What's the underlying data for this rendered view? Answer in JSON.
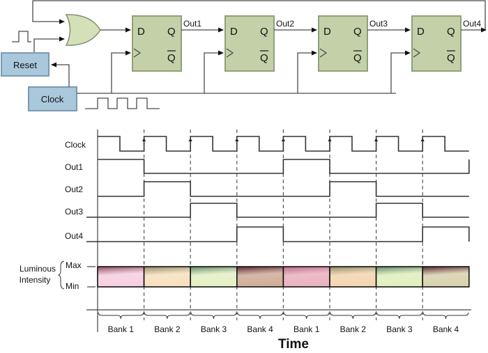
{
  "circuit": {
    "reset_label": "Reset",
    "clock_label": "Clock",
    "flipflops": [
      {
        "d": "D",
        "q": "Q",
        "qbar": "Q",
        "out": "Out1"
      },
      {
        "d": "D",
        "q": "Q",
        "qbar": "Q",
        "out": "Out2"
      },
      {
        "d": "D",
        "q": "Q",
        "qbar": "Q",
        "out": "Out3"
      },
      {
        "d": "D",
        "q": "Q",
        "qbar": "Q",
        "out": "Out4"
      }
    ],
    "colors": {
      "flipflop_fill": "#c4d0a8",
      "or_gate_fill": "#d4e0b8",
      "block_fill": "#a9c8dc"
    }
  },
  "timing": {
    "rows": [
      {
        "label": "Clock",
        "type": "clock"
      },
      {
        "label": "Out1",
        "states": [
          1,
          0,
          0,
          0,
          1,
          0,
          0,
          0
        ]
      },
      {
        "label": "Out2",
        "states": [
          0,
          1,
          0,
          0,
          0,
          1,
          0,
          0
        ]
      },
      {
        "label": "Out3",
        "states": [
          0,
          0,
          1,
          0,
          0,
          0,
          1,
          0
        ]
      },
      {
        "label": "Out4",
        "states": [
          0,
          0,
          0,
          1,
          0,
          0,
          0,
          1
        ]
      }
    ],
    "luminous": {
      "label_line1": "Luminous",
      "label_line2": "Intensity",
      "max_label": "Max",
      "min_label": "Min",
      "segment_colors": [
        {
          "top": "#8a4a5e",
          "bottom": "#f6cfe0"
        },
        {
          "top": "#8c8a66",
          "bottom": "#f7e0bf"
        },
        {
          "top": "#5e8a6a",
          "bottom": "#e4efc4"
        },
        {
          "top": "#5a2430",
          "bottom": "#d0ad98"
        },
        {
          "top": "#b86a84",
          "bottom": "#eab2c0"
        },
        {
          "top": "#8a8a66",
          "bottom": "#f4d5b0"
        },
        {
          "top": "#5e8a6a",
          "bottom": "#e0efbe"
        },
        {
          "top": "#5a2430",
          "bottom": "#d8d2ae"
        }
      ]
    },
    "banks": [
      "Bank 1",
      "Bank 2",
      "Bank 3",
      "Bank 4",
      "Bank 1",
      "Bank 2",
      "Bank 3",
      "Bank 4"
    ],
    "xlabel": "Time"
  }
}
